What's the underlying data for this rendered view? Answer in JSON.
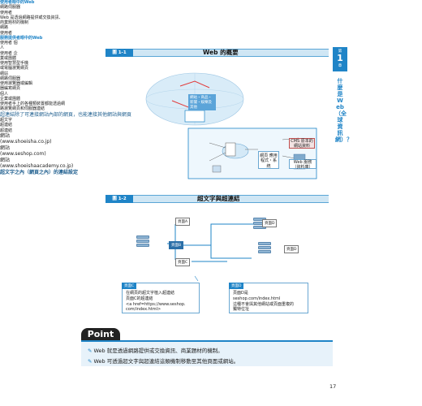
{
  "chapter": {
    "label_top": "第",
    "number": "1",
    "label_bottom": "章",
    "side_title": "什麼是Web（全球資訊網）？"
  },
  "figure1": {
    "tag": "圖 1-1",
    "title": "Web 的概要",
    "user_side_title": "使用者眼中的Web",
    "web_server": "網路伺服器",
    "user": "使用者",
    "info_box": "Web 是透過網路提供或交換資訊、商業題材的機制",
    "mini_tags": [
      "網站・商品・新聞・娛樂及其他",
      "網路"
    ],
    "small_user": "使用者",
    "provider_title": "服務提供者眼中的Web",
    "personal_user": "使用者 個人",
    "corporate_user": "使用者 企業或團體",
    "browsing": "使用智慧型手機或電腦瀏覽網頁",
    "website": "網站",
    "web_app": "網頁 應用程式・系統",
    "web_server2": "網路伺服器",
    "maintenance": "使用瀏覽器或編輯器編寫網頁",
    "cms": "CMS 原本的網站資料",
    "private": "個人",
    "enterprise": "企業或團體",
    "web_service": "Web 服務（資料庫）",
    "left_note": "使用者手上的各種類裝置都能透過網路瀏覽網頁和伺服器連結"
  },
  "figure2": {
    "tag": "圖 1-2",
    "title": "超文字與超連結",
    "caption": "超連結除了可連接網站內部的網頁，也能連接其他網站與網頁",
    "page_a": "頁面A",
    "page_b": "頁面B",
    "page_c": "頁面C",
    "page_d": "頁面D",
    "page_d2": "頁面D",
    "hypertext": "超文字",
    "hyperlink1": "超連結",
    "hyperlink2": "超連結",
    "site_left": "網站",
    "site_left_url": "(www.shoeisha.co.jp)",
    "site_right_top": "網站",
    "site_right_top_url": "(www.seshop.com)",
    "site_right_mid": "網站",
    "site_right_mid_url": "(www.shoeishaacademy.co.jp)",
    "link_setting": "超文字之內（網頁之內）的連結設定",
    "box_c_head": "頁面C",
    "box_c_lines": [
      "在網頁的超文字植入超連結",
      "頁面C的超連結",
      "<a href=https://www.seshop.",
      "com/index.html>"
    ],
    "box_d_head": "頁面D",
    "box_d_lines": [
      "頁面D是",
      "seshop.com/index.html",
      "這種不會與其他網站或頁面重複的",
      "獨特位址"
    ]
  },
  "point": {
    "badge": "Point",
    "lines": [
      "Web 就是透過網路提供或交換資訊、商業題材的機制。",
      "Web 可透過超文字與超連結這類機制移動至其他頁面或網站。"
    ]
  },
  "page_number": "17",
  "colors": {
    "accent": "#1f84c7",
    "band": "#cfe6f4",
    "point_bg": "#e7f2fa"
  }
}
